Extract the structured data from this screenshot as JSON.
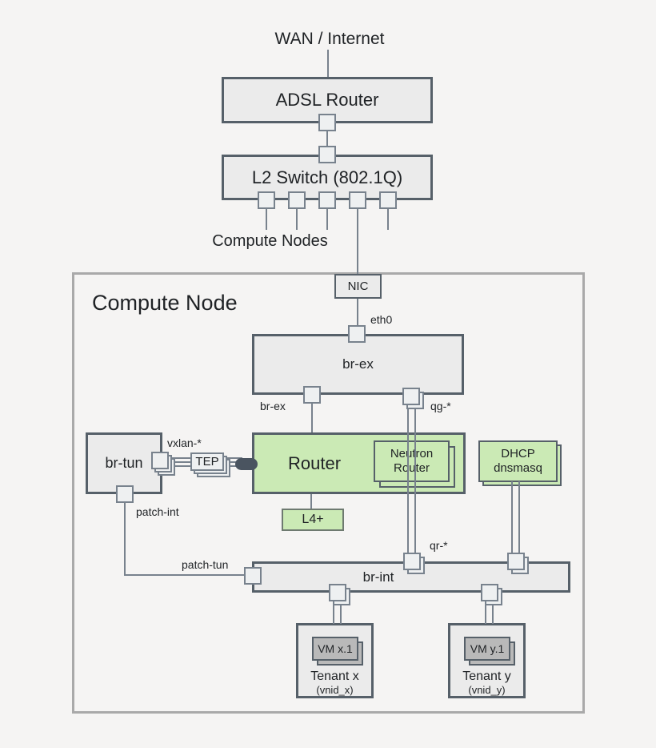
{
  "labels": {
    "wan": "WAN / Internet",
    "adsl_router": "ADSL Router",
    "l2_switch": "L2 Switch (802.1Q)",
    "compute_nodes": "Compute Nodes",
    "compute_node": "Compute Node",
    "nic": "NIC",
    "eth0": "eth0",
    "br_ex": "br-ex",
    "br_ex_port": "br-ex",
    "qg_port": "qg-*",
    "br_tun": "br-tun",
    "vxlan_port": "vxlan-*",
    "tep": "TEP",
    "router": "Router",
    "neutron_line1": "Neutron",
    "neutron_line2": "Router",
    "dhcp_line1": "DHCP",
    "dhcp_line2": "dnsmasq",
    "l4": "L4+",
    "patch_int": "patch-int",
    "patch_tun": "patch-tun",
    "qr_port": "qr-*",
    "br_int": "br-int",
    "tenant_x_vm": "VM x.1",
    "tenant_x_name": "Tenant x",
    "tenant_x_vnid": "(vnid_x)",
    "tenant_y_vm": "VM y.1",
    "tenant_y_name": "Tenant y",
    "tenant_y_vnid": "(vnid_y)"
  },
  "colors": {
    "bg": "#f5f4f3",
    "text": "#1f2225",
    "line": "#78828d",
    "border": "#566069",
    "box": "#ebebeb",
    "port": "#eef0f1",
    "green": "#cbeab5",
    "vm": "#b9b9b9",
    "container": "#a9a9a9",
    "capsule": "#4a5460",
    "l4border": "#6e7a70"
  }
}
